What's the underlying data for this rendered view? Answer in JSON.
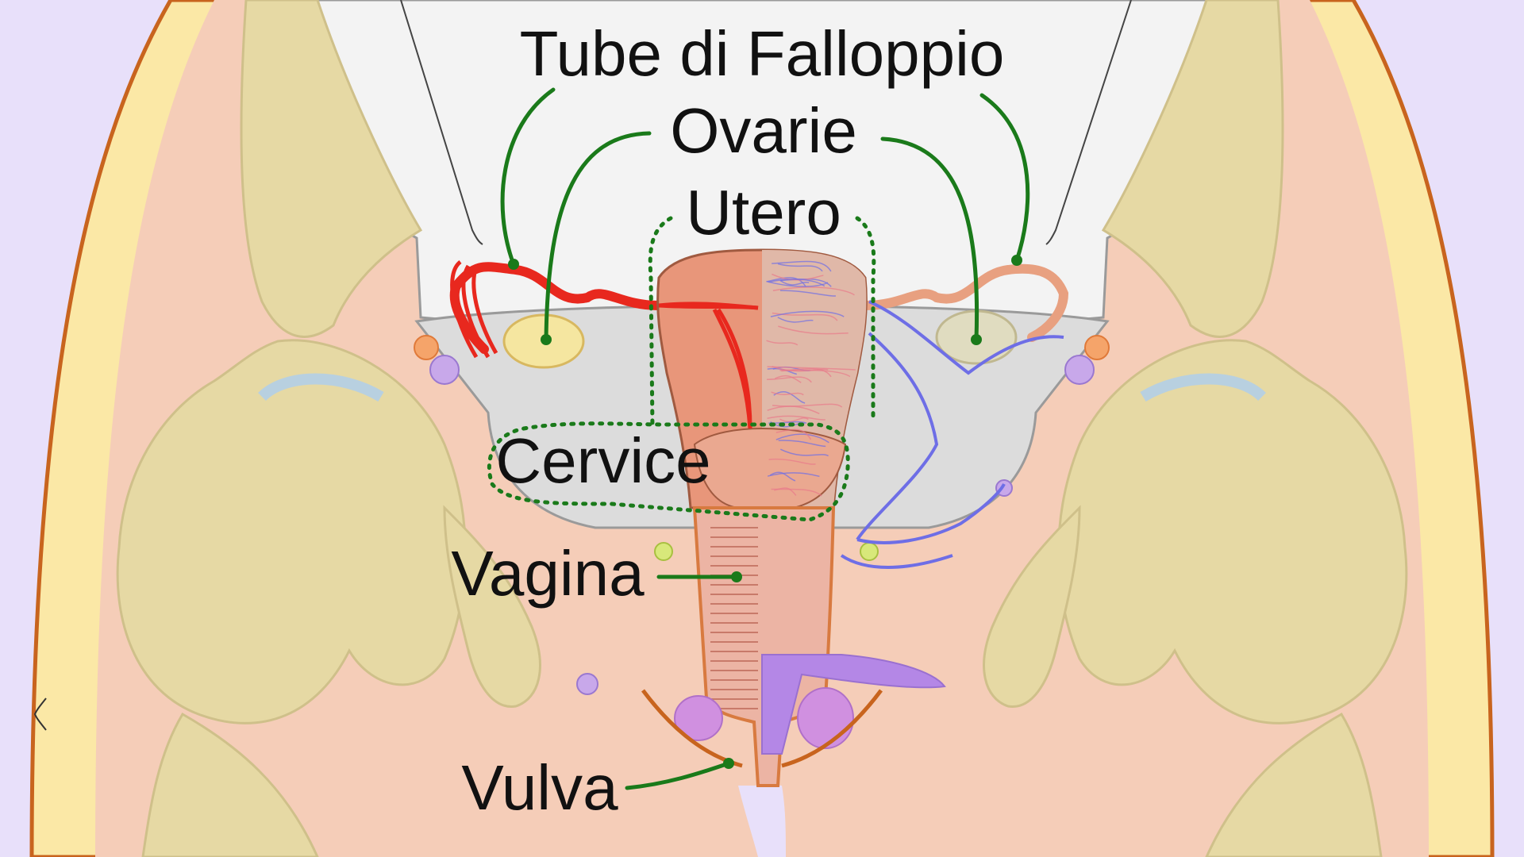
{
  "colors": {
    "background": "#e8e0fa",
    "skin_outline": "#c8641e",
    "fat_yellow": "#fbe8a6",
    "muscle_pink": "#f5cdb8",
    "bone": "#e6d9a4",
    "bone_edge": "#cfc08a",
    "peritoneum_grey": "#dcdcdc",
    "abdomen_white": "#f3f3f3",
    "uterus_flesh": "#e8967a",
    "artery_red": "#e8281e",
    "vein_blue": "#6e6ee6",
    "nerve_purple": "#b487e6",
    "leader_green": "#1a7a1a"
  },
  "labels": {
    "tubes": "Tube di Falloppio",
    "ovaries": "Ovarie",
    "uterus": "Utero",
    "cervix": "Cervice",
    "vagina": "Vagina",
    "vulva": "Vulva"
  }
}
